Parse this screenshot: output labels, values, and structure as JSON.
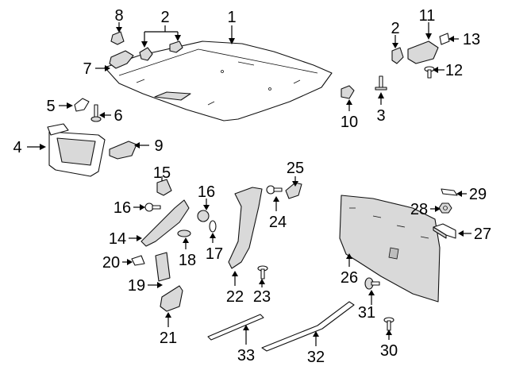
{
  "callouts": {
    "c1": "1",
    "c2a": "2",
    "c2b": "2",
    "c3": "3",
    "c4": "4",
    "c5": "5",
    "c6": "6",
    "c7": "7",
    "c8": "8",
    "c9": "9",
    "c10": "10",
    "c11": "11",
    "c12": "12",
    "c13": "13",
    "c14": "14",
    "c15": "15",
    "c16a": "16",
    "c16b": "16",
    "c17": "17",
    "c18": "18",
    "c19": "19",
    "c20": "20",
    "c21": "21",
    "c22": "22",
    "c23": "23",
    "c24": "24",
    "c25": "25",
    "c26": "26",
    "c27": "27",
    "c28": "28",
    "c29": "29",
    "c30": "30",
    "c31": "31",
    "c32": "32",
    "c33": "33"
  }
}
